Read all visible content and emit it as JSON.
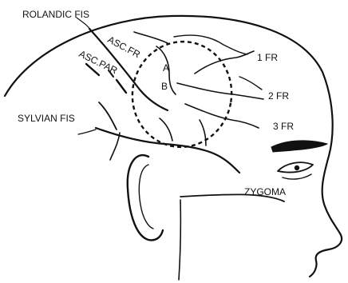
{
  "diagram": {
    "labels": {
      "rolandic": "ROLANDIC FIS",
      "asc_fr": "ASC.FR",
      "asc_par": "ASC.PAR",
      "region_a": "A",
      "region_b": "B",
      "fr1": "1 FR",
      "fr2": "2 FR",
      "fr3": "3 FR",
      "sylvian": "SYLVIAN FIS",
      "zygoma": "ZYGOMA"
    },
    "colors": {
      "ink": "#111111",
      "paper": "#ffffff"
    }
  }
}
